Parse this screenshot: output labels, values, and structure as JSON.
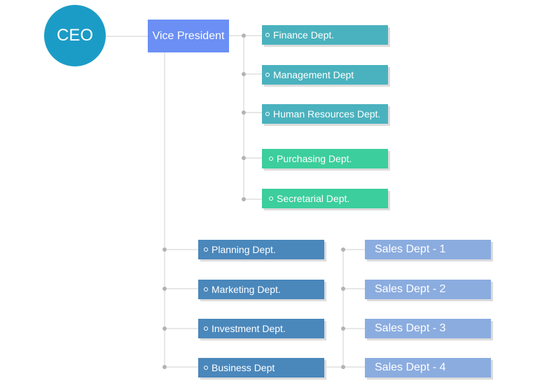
{
  "ceo": {
    "label": "CEO"
  },
  "vice_president": {
    "label": "Vice President"
  },
  "vp_departments": [
    {
      "label": "Finance Dept."
    },
    {
      "label": "Management Dept"
    },
    {
      "label": "Human Resources Dept."
    },
    {
      "label": "Purchasing Dept."
    },
    {
      "label": "Secretarial Dept."
    }
  ],
  "lower_departments": [
    {
      "label": "Planning Dept."
    },
    {
      "label": "Marketing Dept."
    },
    {
      "label": "Investment Dept."
    },
    {
      "label": "Business Dept"
    }
  ],
  "sales_departments": [
    {
      "label": "Sales Dept - 1"
    },
    {
      "label": "Sales Dept - 2"
    },
    {
      "label": "Sales Dept - 3"
    },
    {
      "label": "Sales Dept - 4"
    }
  ],
  "colors": {
    "ceo": "#1b9cc7",
    "vice_president": "#6b8ff4",
    "teal_dept": "#4ab2be",
    "green_dept": "#3cce9c",
    "blue_dept": "#4a87bb",
    "sales_dept": "#8bacdf",
    "connector": "#cfcfcf"
  }
}
